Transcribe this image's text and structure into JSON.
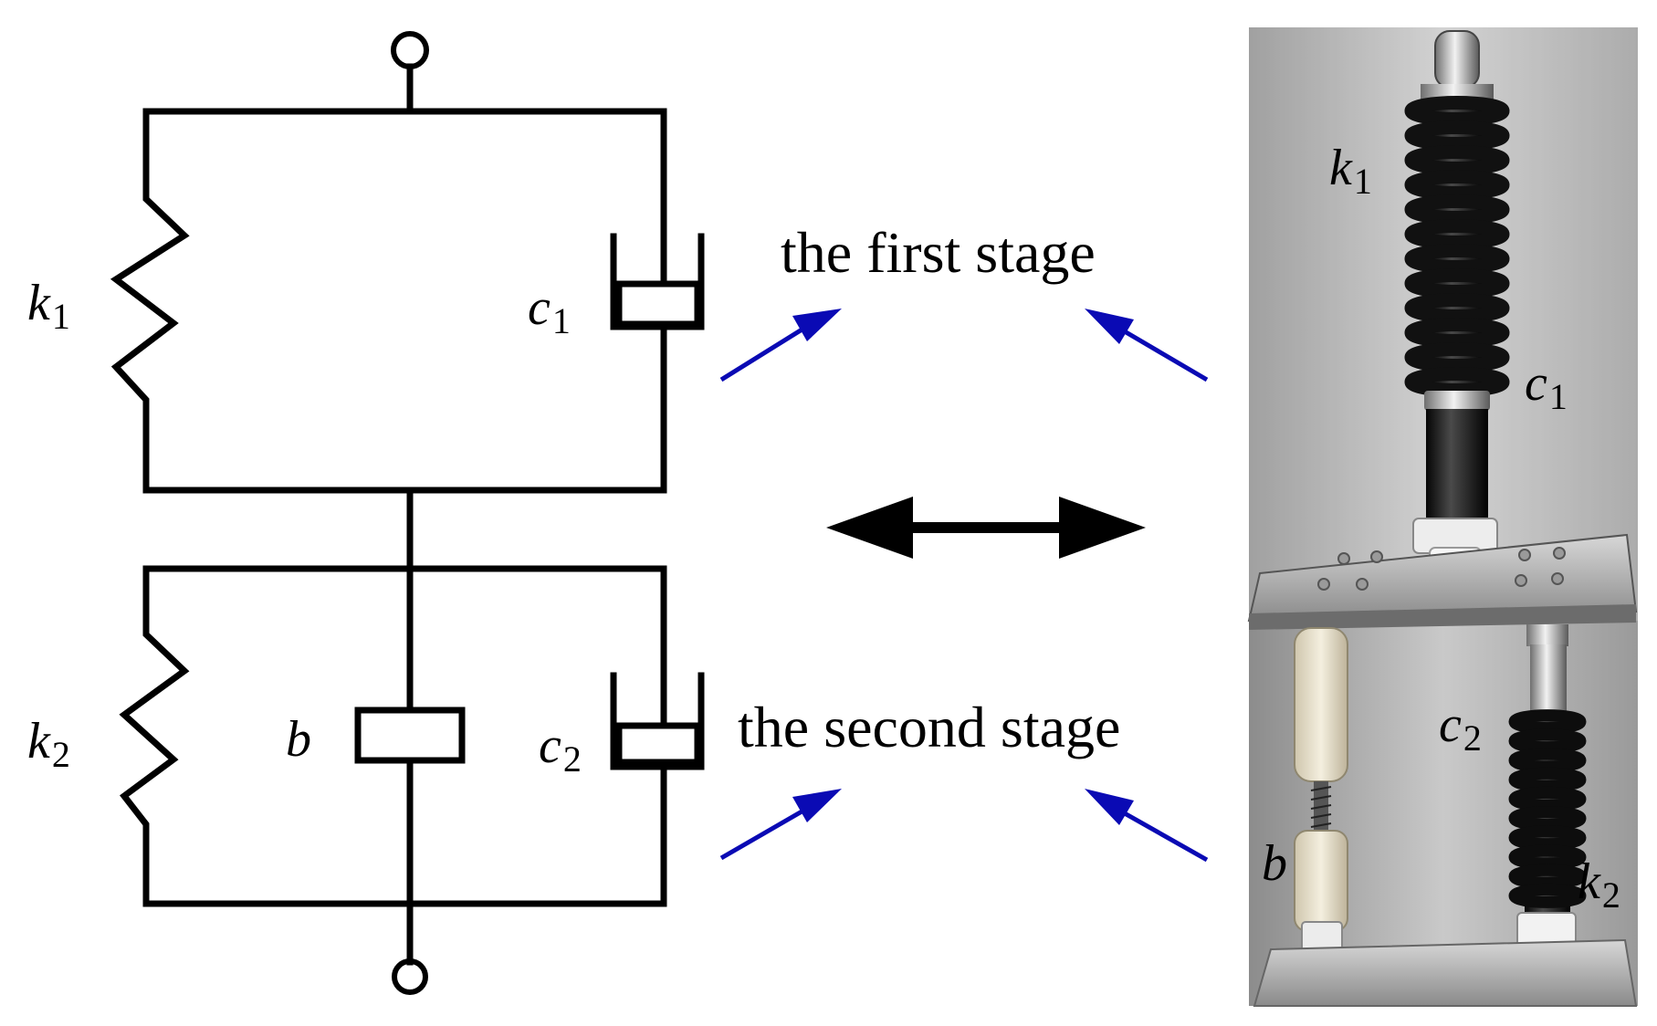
{
  "schematic": {
    "labels": {
      "k1": {
        "base": "k",
        "sub": "1"
      },
      "c1": {
        "base": "c",
        "sub": "1"
      },
      "k2": {
        "base": "k",
        "sub": "2"
      },
      "b": {
        "base": "b",
        "sub": ""
      },
      "c2": {
        "base": "c",
        "sub": "2"
      }
    }
  },
  "stages": {
    "first": "the first stage",
    "second": "the second stage"
  },
  "photo": {
    "labels": {
      "k1": {
        "base": "k",
        "sub": "1"
      },
      "c1": {
        "base": "c",
        "sub": "1"
      },
      "c2": {
        "base": "c",
        "sub": "2"
      },
      "b": {
        "base": "b",
        "sub": ""
      },
      "k2": {
        "base": "k",
        "sub": "2"
      }
    }
  },
  "colors": {
    "line": "#000000",
    "arrow": "#0a0ab4",
    "background": "#ffffff"
  }
}
